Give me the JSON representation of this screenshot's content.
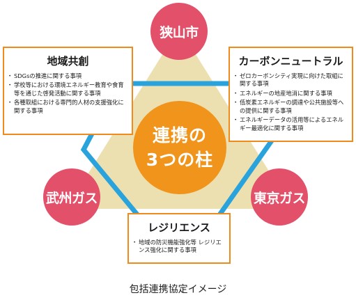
{
  "colors": {
    "triangle": "#ede0b0",
    "hexagon": "#2aa3dc",
    "circle_red": "#e3506a",
    "center_orange": "#f0941c",
    "box_border": "#f08a1c"
  },
  "parties": {
    "top": "狭山市",
    "left": "武州ガス",
    "right": "東京ガス"
  },
  "center": {
    "line1": "連携の",
    "line2": "3つの柱"
  },
  "pillars": {
    "community": {
      "title": "地域共創",
      "items": [
        "SDGsの推進に関する事項",
        "学校等における環境エネルギー教育や食育等を通じた啓発活動に関する事項",
        "各種取組における専門的人材の支援強化に関する事項"
      ]
    },
    "carbon": {
      "title": "カーボンニュートラル",
      "items": [
        "ゼロカーボンシティ実現に向けた取組に関する事項",
        "エネルギーの地産地消に関する事項",
        "低炭素エネルギーの調達や公共施設等への提供に関する事項",
        "エネルギーデータの活用等によるエネルギー最適化に関する事項"
      ]
    },
    "resilience": {
      "title": "レジリエンス",
      "items": [
        "地域の防災機能強化等 レジリエンス強化に関する事項"
      ]
    }
  },
  "caption": "包括連携協定イメージ"
}
